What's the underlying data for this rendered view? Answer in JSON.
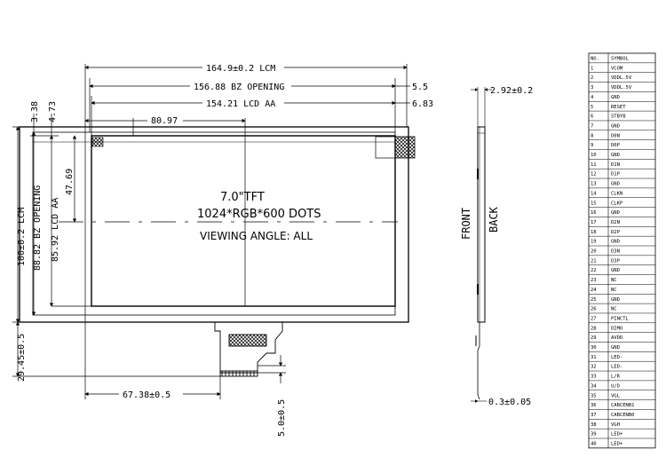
{
  "dimensions": {
    "lcm_width": "164.9±0.2 LCM",
    "bz_opening_width": "156.88 BZ OPENING",
    "lcd_aa_width": "154.21 LCD AA",
    "aa_center_x": "80.97",
    "right_gap_bz": "5.5",
    "right_gap_aa": "6.83",
    "top_gap_bz": "3.38",
    "top_gap_aa": "4.73",
    "aa_center_y": "47.69",
    "lcm_height": "100±0.2 LCM",
    "bz_opening_height": "88.82 BZ OPENING",
    "lcd_aa_height": "85.92 LCD AA",
    "fpc_length": "29.45±0.5",
    "fpc_offset": "67.38±0.5",
    "fpc_width": "5.0±0.5",
    "thickness": "2.92±0.2",
    "fpc_thickness": "0.3±0.05"
  },
  "panel": {
    "title": "7.0\"TFT",
    "resolution": "1024*RGB*600 DOTS",
    "viewing_angle": "VIEWING ANGLE: ALL"
  },
  "side_view": {
    "front_label": "FRONT",
    "back_label": "BACK"
  },
  "pin_table": {
    "headers": [
      "NO.",
      "SYMBOL"
    ],
    "rows": [
      [
        "1",
        "VCOM"
      ],
      [
        "2",
        "VDDL.5V"
      ],
      [
        "3",
        "VDDL.5V"
      ],
      [
        "4",
        "GND"
      ],
      [
        "5",
        "RESET"
      ],
      [
        "6",
        "STBYB"
      ],
      [
        "7",
        "GND"
      ],
      [
        "8",
        "D0N"
      ],
      [
        "9",
        "D0P"
      ],
      [
        "10",
        "GND"
      ],
      [
        "11",
        "D1N"
      ],
      [
        "12",
        "D1P"
      ],
      [
        "13",
        "GND"
      ],
      [
        "14",
        "CLKN"
      ],
      [
        "15",
        "CLKP"
      ],
      [
        "16",
        "GND"
      ],
      [
        "17",
        "D2N"
      ],
      [
        "18",
        "D2P"
      ],
      [
        "19",
        "GND"
      ],
      [
        "20",
        "D3N"
      ],
      [
        "21",
        "D3P"
      ],
      [
        "22",
        "GND"
      ],
      [
        "23",
        "NC"
      ],
      [
        "24",
        "NC"
      ],
      [
        "25",
        "GND"
      ],
      [
        "26",
        "NC"
      ],
      [
        "27",
        "PINCTL"
      ],
      [
        "28",
        "DIMO"
      ],
      [
        "29",
        "AVDD"
      ],
      [
        "30",
        "GND"
      ],
      [
        "31",
        "LED-"
      ],
      [
        "32",
        "LED-"
      ],
      [
        "33",
        "L/R"
      ],
      [
        "34",
        "U/D"
      ],
      [
        "35",
        "VGL"
      ],
      [
        "36",
        "CABCENB1"
      ],
      [
        "37",
        "CABCENB0"
      ],
      [
        "38",
        "VGH"
      ],
      [
        "39",
        "LED+"
      ],
      [
        "40",
        "LED+"
      ]
    ]
  }
}
